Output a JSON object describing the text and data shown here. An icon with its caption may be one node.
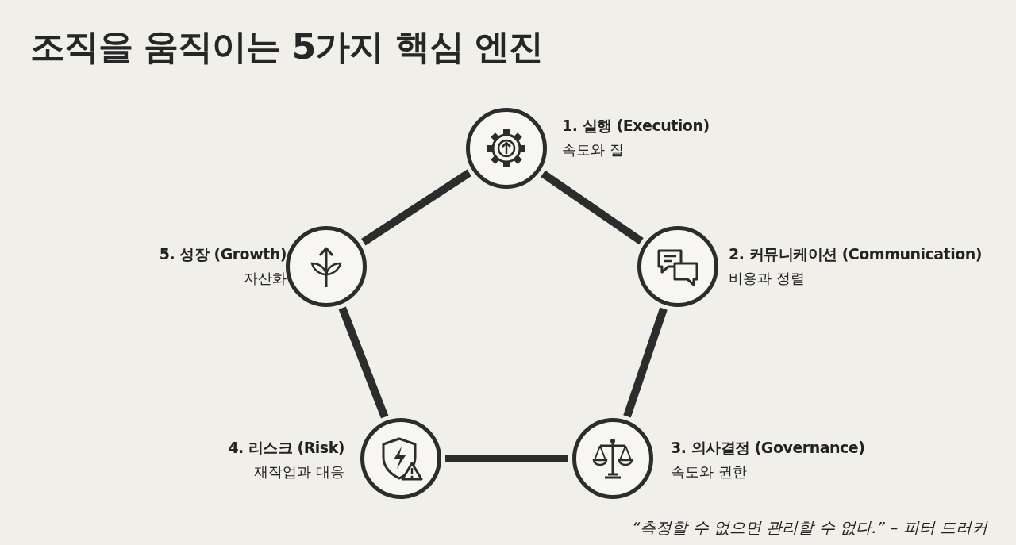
{
  "diagram": {
    "title": "조직을 움직이는 5가지 핵심 엔진",
    "nodes": [
      {
        "text": [],
        "shape": "circle",
        "beside": [
          "1. 실행 (Execution)",
          "속도와 질"
        ]
      },
      {
        "text": [],
        "shape": "circle",
        "beside": [
          "2. 커뮤니케이션 (Communication)",
          "비용과 정렬"
        ]
      },
      {
        "text": [],
        "shape": "circle",
        "beside": [
          "3. 의사결정 (Governance)",
          "속도와 권한"
        ]
      },
      {
        "text": [],
        "shape": "circle",
        "beside": [
          "4. 리스크 (Risk)",
          "재작업과 대응"
        ]
      },
      {
        "text": [],
        "shape": "circle",
        "beside": [
          "5. 성장 (Growth)",
          "자산화"
        ]
      }
    ],
    "edges": [
      {
        "from": 0,
        "to": 1,
        "arrow": "none"
      },
      {
        "from": 1,
        "to": 2,
        "arrow": "none"
      },
      {
        "from": 2,
        "to": 3,
        "arrow": "none"
      },
      {
        "from": 3,
        "to": 4,
        "arrow": "none"
      },
      {
        "from": 4,
        "to": 0,
        "arrow": "none"
      }
    ],
    "caption": "“측정할 수 없으면 관리할 수 없다.” – 피터 드러커"
  }
}
